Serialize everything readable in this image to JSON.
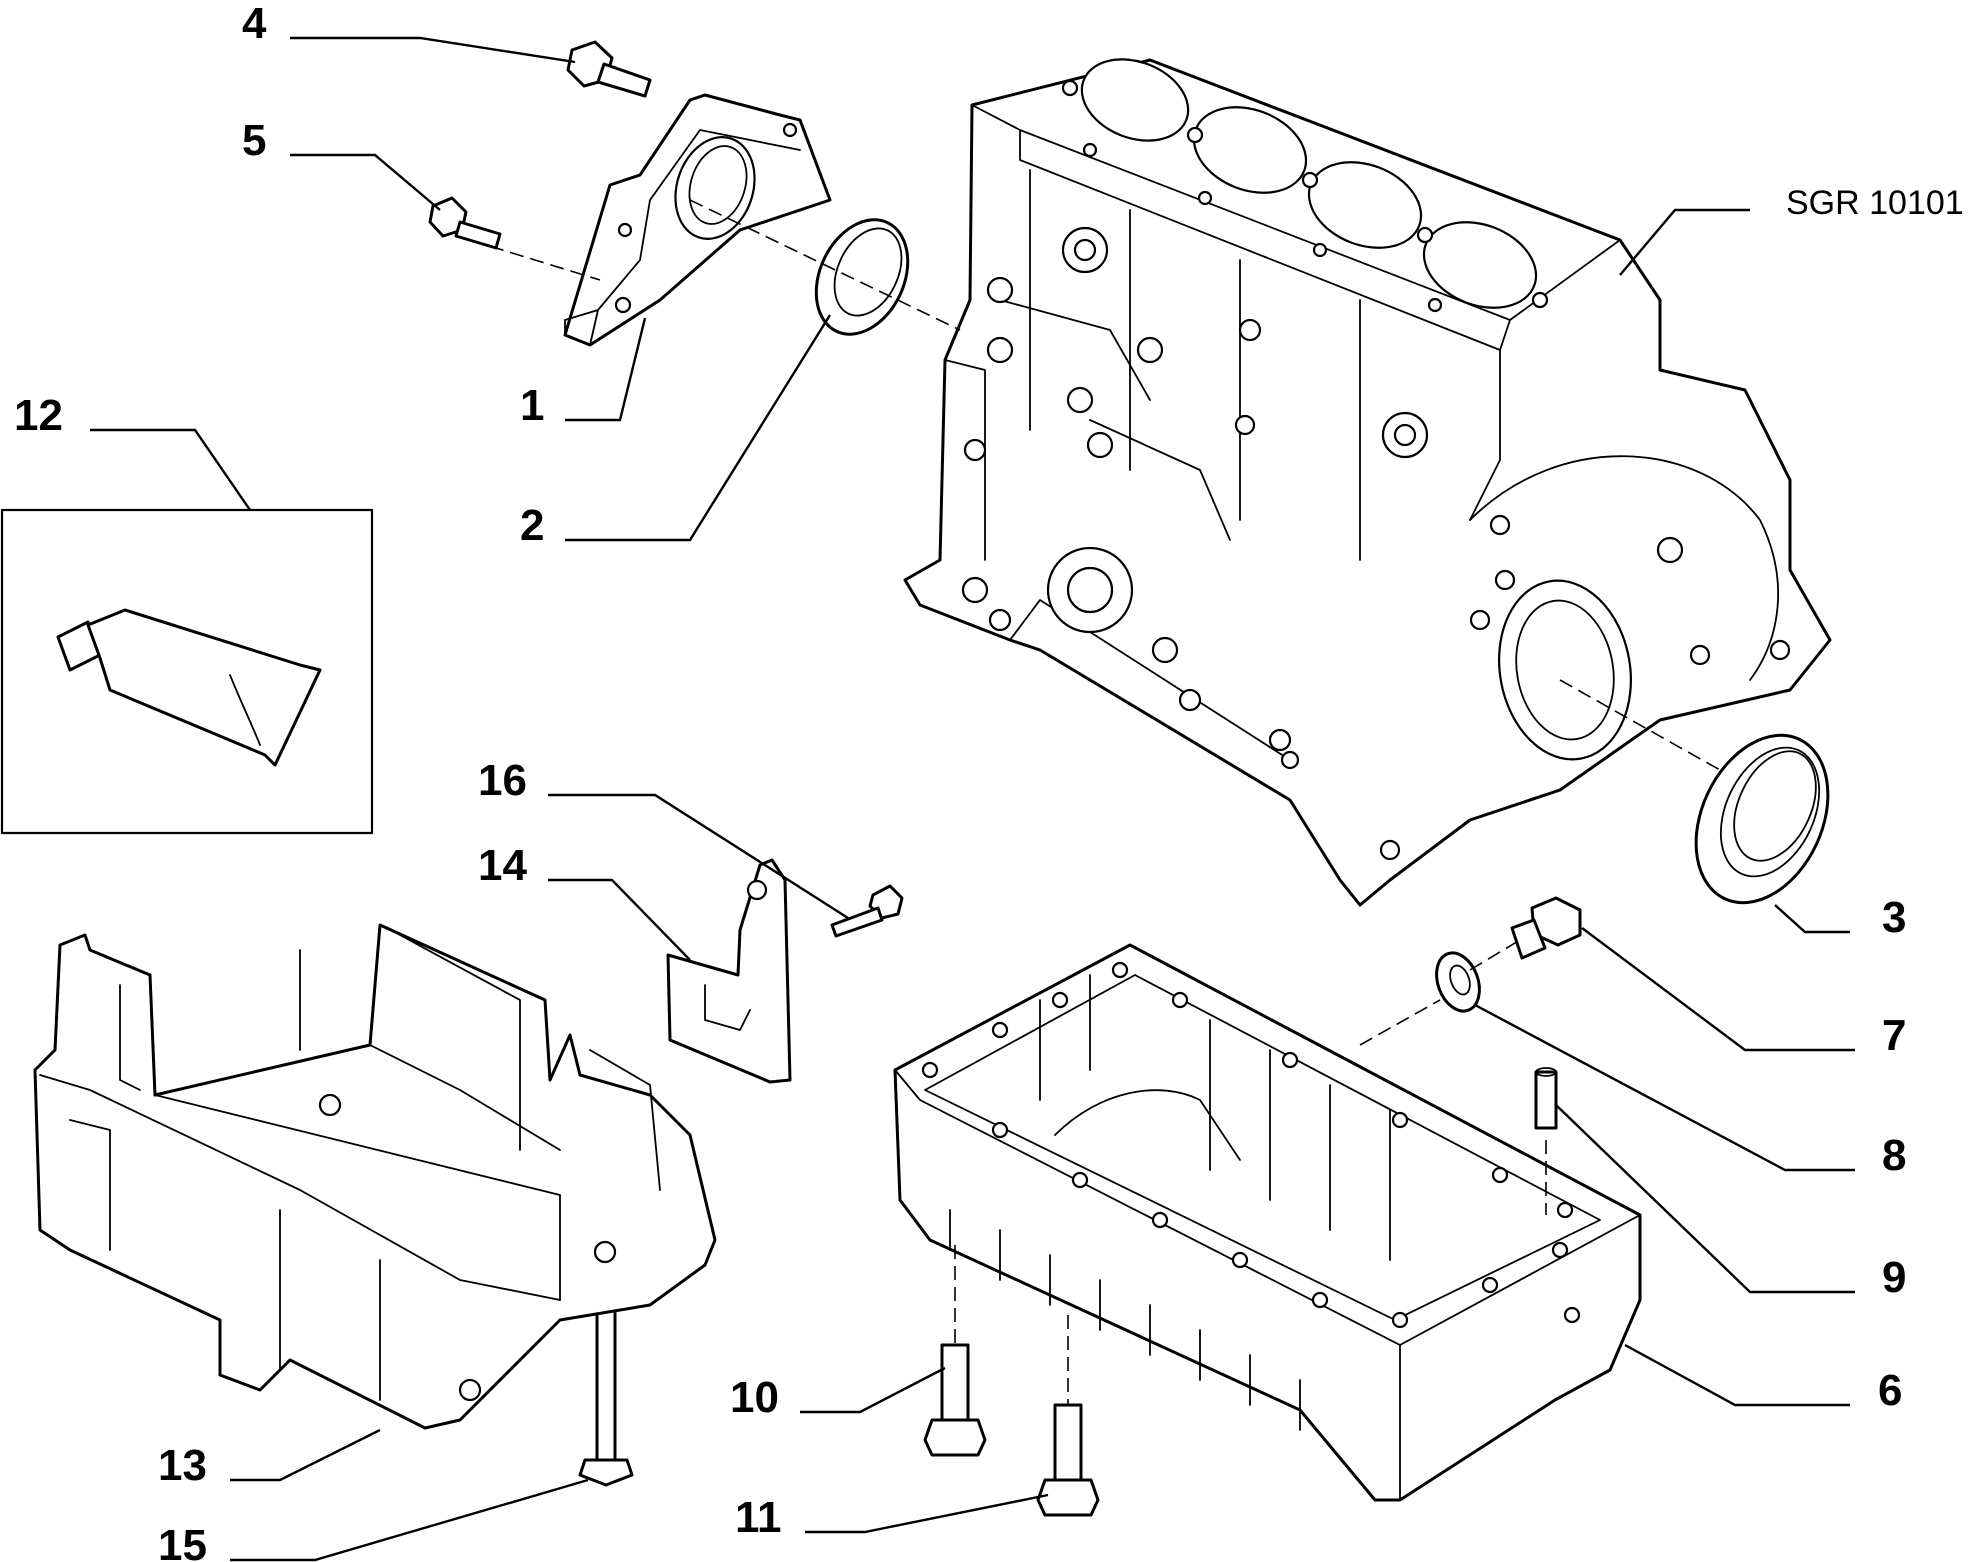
{
  "diagram": {
    "reference_code": "SGR 10101",
    "callouts": [
      {
        "id": "c1",
        "label": "1"
      },
      {
        "id": "c2",
        "label": "2"
      },
      {
        "id": "c3",
        "label": "3"
      },
      {
        "id": "c4",
        "label": "4"
      },
      {
        "id": "c5",
        "label": "5"
      },
      {
        "id": "c6",
        "label": "6"
      },
      {
        "id": "c7",
        "label": "7"
      },
      {
        "id": "c8",
        "label": "8"
      },
      {
        "id": "c9",
        "label": "9"
      },
      {
        "id": "c10",
        "label": "10"
      },
      {
        "id": "c11",
        "label": "11"
      },
      {
        "id": "c12",
        "label": "12"
      },
      {
        "id": "c13",
        "label": "13"
      },
      {
        "id": "c14",
        "label": "14"
      },
      {
        "id": "c15",
        "label": "15"
      },
      {
        "id": "c16",
        "label": "16"
      }
    ]
  }
}
